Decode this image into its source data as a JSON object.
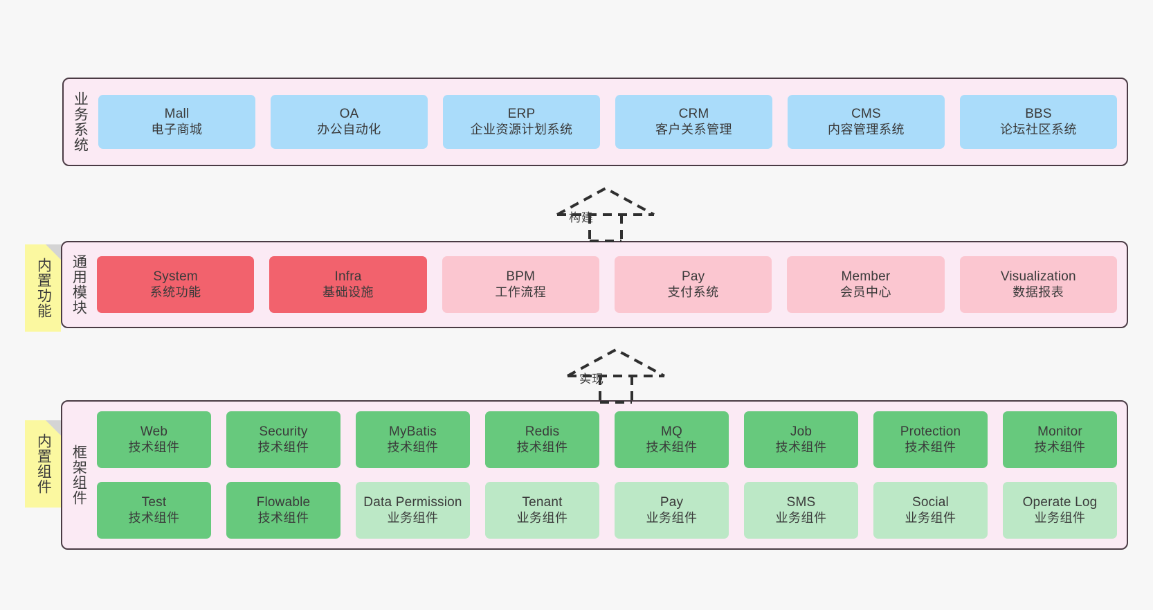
{
  "diagram": {
    "background": "#f7f7f7",
    "panel_background": "#fbeaf4",
    "panel_border": "#4a3b44",
    "note_color": "#fbf8a0"
  },
  "layers": [
    {
      "id": "business",
      "title": "业务系统",
      "card_color": "#aadcfa",
      "rows": [
        [
          {
            "en": "Mall",
            "cn": "电子商城"
          },
          {
            "en": "OA",
            "cn": "办公自动化"
          },
          {
            "en": "ERP",
            "cn": "企业资源计划系统"
          },
          {
            "en": "CRM",
            "cn": "客户关系管理"
          },
          {
            "en": "CMS",
            "cn": "内容管理系统"
          },
          {
            "en": "BBS",
            "cn": "论坛社区系统"
          }
        ]
      ]
    },
    {
      "id": "modules",
      "title": "通用模块",
      "note": "内置功能",
      "core_color": "#f2626d",
      "ext_color": "#fbc6d0",
      "rows": [
        [
          {
            "en": "System",
            "cn": "系统功能",
            "kind": "core"
          },
          {
            "en": "Infra",
            "cn": "基础设施",
            "kind": "core"
          },
          {
            "en": "BPM",
            "cn": "工作流程",
            "kind": "ext"
          },
          {
            "en": "Pay",
            "cn": "支付系统",
            "kind": "ext"
          },
          {
            "en": "Member",
            "cn": "会员中心",
            "kind": "ext"
          },
          {
            "en": "Visualization",
            "cn": "数据报表",
            "kind": "ext"
          }
        ]
      ]
    },
    {
      "id": "framework",
      "title": "框架组件",
      "note": "内置组件",
      "tech_color": "#67c97d",
      "biz_color": "#bce8c6",
      "rows": [
        [
          {
            "en": "Web",
            "cn": "技术组件",
            "kind": "tech"
          },
          {
            "en": "Security",
            "cn": "技术组件",
            "kind": "tech"
          },
          {
            "en": "MyBatis",
            "cn": "技术组件",
            "kind": "tech"
          },
          {
            "en": "Redis",
            "cn": "技术组件",
            "kind": "tech"
          },
          {
            "en": "MQ",
            "cn": "技术组件",
            "kind": "tech"
          },
          {
            "en": "Job",
            "cn": "技术组件",
            "kind": "tech"
          },
          {
            "en": "Protection",
            "cn": "技术组件",
            "kind": "tech"
          },
          {
            "en": "Monitor",
            "cn": "技术组件",
            "kind": "tech"
          }
        ],
        [
          {
            "en": "Test",
            "cn": "技术组件",
            "kind": "tech"
          },
          {
            "en": "Flowable",
            "cn": "技术组件",
            "kind": "tech"
          },
          {
            "en": "Data Permission",
            "cn": "业务组件",
            "kind": "biz"
          },
          {
            "en": "Tenant",
            "cn": "业务组件",
            "kind": "biz"
          },
          {
            "en": "Pay",
            "cn": "业务组件",
            "kind": "biz"
          },
          {
            "en": "SMS",
            "cn": "业务组件",
            "kind": "biz"
          },
          {
            "en": "Social",
            "cn": "业务组件",
            "kind": "biz"
          },
          {
            "en": "Operate Log",
            "cn": "业务组件",
            "kind": "biz"
          }
        ]
      ]
    }
  ],
  "connectors": [
    {
      "id": "build",
      "label": "构建"
    },
    {
      "id": "implement",
      "label": "实现"
    }
  ]
}
